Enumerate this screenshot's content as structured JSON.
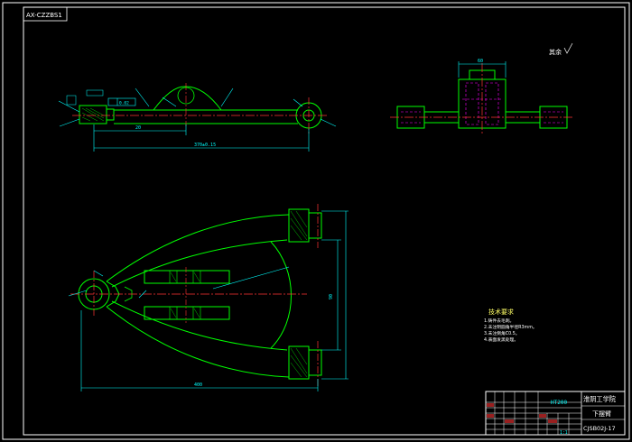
{
  "drawing_code_box": "AX-CZZBS1",
  "roughness_mark": "其余",
  "dimensions": {
    "top_view_short": "20",
    "top_view_long": "370±0.15",
    "tol_note": "0.02",
    "side_view_width": "60",
    "main_view_height": "90",
    "main_view_length": "400"
  },
  "tech_requirements": {
    "title": "技术要求",
    "items": [
      "1.铸件去毛刺。",
      "2.未注明圆角半径R3mm。",
      "3.未注倒角C0.5。",
      "4.表面发黑处理。"
    ]
  },
  "title_block": {
    "material": "HT200",
    "school": "淮阴工学院",
    "part_name": "下摆臂",
    "drawing_number": "CJSB02J-17",
    "scale": "1:1"
  },
  "colors": {
    "background": "#000000",
    "outline": "#00ff00",
    "centerline": "#ff3333",
    "dimension": "#00ffff",
    "hidden": "#ff00ff",
    "text": "#ffffff",
    "frame": "#ffffff"
  }
}
